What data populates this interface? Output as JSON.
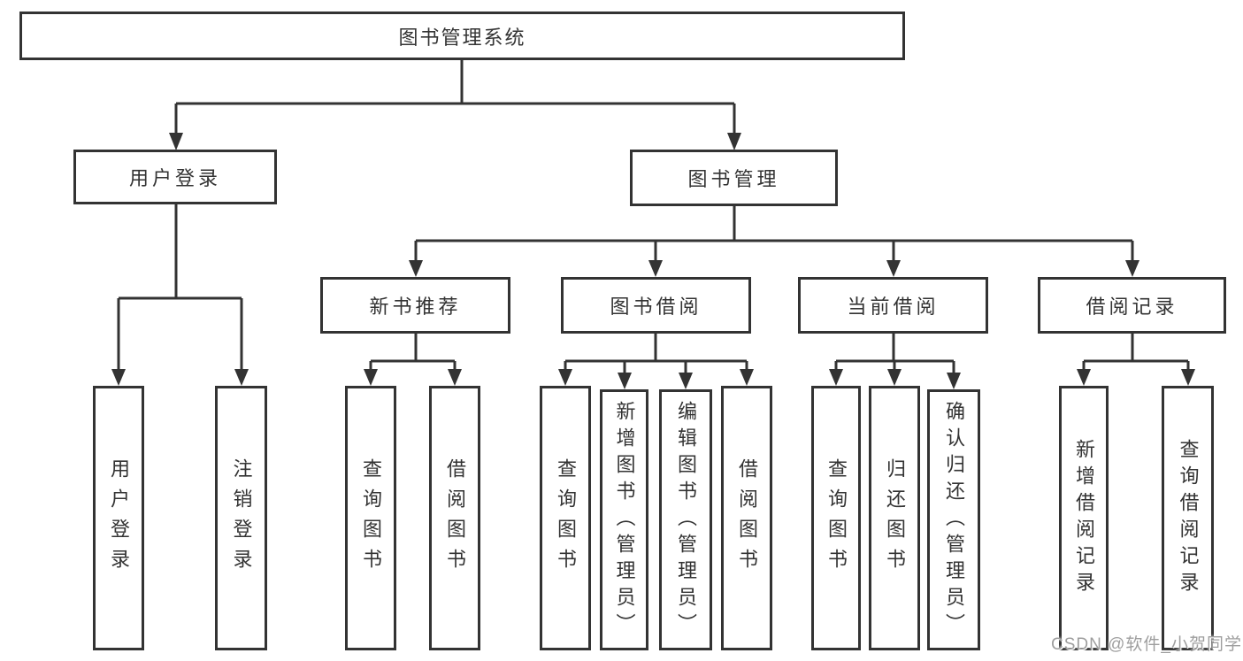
{
  "diagram": {
    "root": {
      "label": "图书管理系统"
    },
    "level2": [
      {
        "label": "用户登录"
      },
      {
        "label": "图书管理"
      }
    ],
    "level3": [
      {
        "label": "新书推荐"
      },
      {
        "label": "图书借阅"
      },
      {
        "label": "当前借阅"
      },
      {
        "label": "借阅记录"
      }
    ],
    "leaves": {
      "user_login": [
        "用户登录",
        "注销登录"
      ],
      "new_book": [
        "查询图书",
        "借阅图书"
      ],
      "book_borrow": [
        "查询图书",
        "新增图书（管理员）",
        "编辑图书（管理员）",
        "借阅图书"
      ],
      "current_borrow": [
        "查询图书",
        "归还图书",
        "确认归还（管理员）"
      ],
      "borrow_record": [
        "新增借阅记录",
        "查询借阅记录"
      ]
    }
  },
  "watermark": {
    "text": "CSDN @软件_小贺同学"
  },
  "colors": {
    "line": "#333333",
    "text": "#333333",
    "background": "#ffffff",
    "watermark": "#9e9e9e"
  }
}
